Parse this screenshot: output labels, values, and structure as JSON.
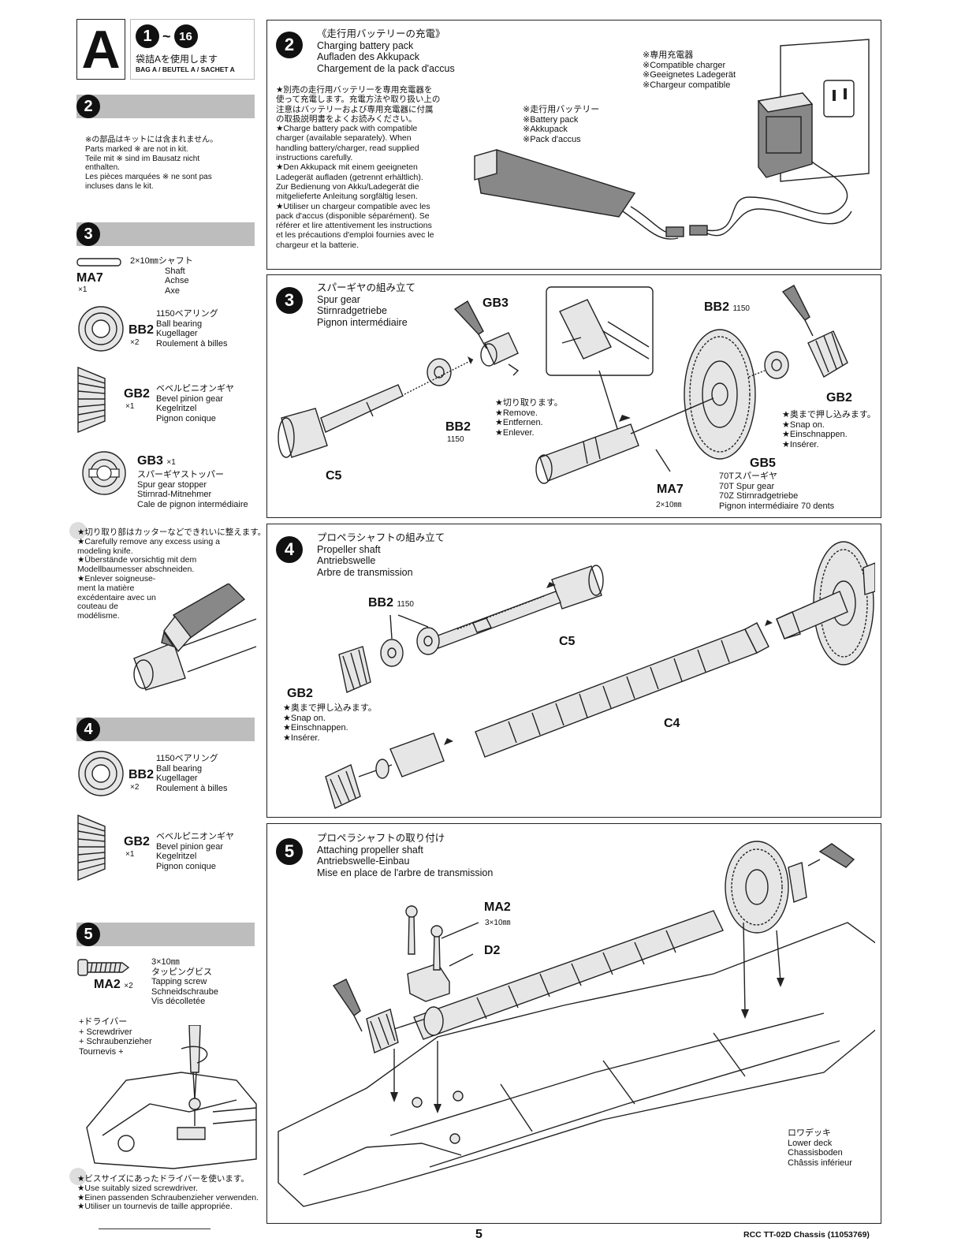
{
  "bag": {
    "letter": "A",
    "range_start": "1",
    "tilde": "~",
    "range_end": "16",
    "jp": "袋詰Aを使用します",
    "en": "BAG A / BEUTEL A / SACHET A"
  },
  "sidebar": {
    "sec2": {
      "num": "2",
      "note": "※の部品はキットには含まれません。\nParts marked ※ are not in kit.\nTeile mit ※ sind im Bausatz nicht\nenthalten.\nLes pièces marquées ※ ne sont pas\nincluses dans le kit."
    },
    "sec3": {
      "num": "3",
      "parts": [
        {
          "code": "MA7",
          "qty": "×1",
          "desc": "2×10㎜シャフト\nShaft\nAchse\nAxe"
        },
        {
          "code": "BB2",
          "qty": "×2",
          "desc": "1150ベアリング\nBall bearing\nKugellager\nRoulement à billes"
        },
        {
          "code": "GB2",
          "qty": "×1",
          "desc": "ベベルピニオンギヤ\nBevel pinion gear\nKegelritzel\nPignon conique"
        },
        {
          "code": "GB3",
          "qty": "×1",
          "desc": "スパーギヤストッパー\nSpur gear stopper\nStirnrad-Mitnehmer\nCale de pignon intermédiaire"
        }
      ],
      "knife_note": "★切り取り部はカッターなどできれいに整えます。\n★Carefully remove any excess using a\nmodeling knife.\n★Überstände vorsichtig mit dem\nModellbaumesser abschneiden.\n★Enlever soigneuse-\nment la matière\nexcédentaire avec un\ncouteau de\nmodélisme."
    },
    "sec4": {
      "num": "4",
      "parts": [
        {
          "code": "BB2",
          "qty": "×2",
          "desc": "1150ベアリング\nBall bearing\nKugellager\nRoulement à billes"
        },
        {
          "code": "GB2",
          "qty": "×1",
          "desc": "ベベルピニオンギヤ\nBevel pinion gear\nKegelritzel\nPignon conique"
        }
      ]
    },
    "sec5": {
      "num": "5",
      "screw": {
        "code": "MA2",
        "qty": "×2",
        "desc": "3×10㎜\nタッピングビス\nTapping screw\nSchneidschraube\nVis décolletée"
      },
      "driver": "+ドライバー\n+ Screwdriver\n+ Schraubenzieher\nTournevis +",
      "driver_note": "★ビスサイズにあったドライバーを使います。\n★Use suitably sized screwdriver.\n★Einen passenden Schraubenzieher verwenden.\n★Utiliser un tournevis de taille appropriée."
    }
  },
  "step2": {
    "num": "2",
    "title": "《走行用バッテリーの充電》\nCharging battery pack\nAufladen des Akkupack\nChargement de la pack d'accus",
    "body": "★別売の走行用バッテリーを専用充電器を\n使って充電します。充電方法や取り扱い上の\n注意はバッテリーおよび専用充電器に付属\nの取扱説明書をよくお読みください。\n★Charge battery pack with compatible\ncharger (available separately). When\nhandling battery/charger, read supplied\ninstructions carefully.\n★Den Akkupack mit einem geeigneten\nLadegerät aufladen (getrennt erhältlich).\nZur Bedienung von Akku/Ladegerät die\nmitgelieferte Anleitung sorgfältig lesen.\n★Utiliser un chargeur compatible avec les\npack d'accus (disponible séparément). Se\nréférer et lire attentivement les instructions\net les précautions d'emploi fournies avec le\nchargeur et la batterie.",
    "charger": "※専用充電器\n※Compatible charger\n※Geeignetes Ladegerät\n※Chargeur compatible",
    "battery": "※走行用バッテリー\n※Battery pack\n※Akkupack\n※Pack d'accus"
  },
  "step3": {
    "num": "3",
    "title": "スパーギヤの組み立て\nSpur gear\nStirnradgetriebe\nPignon intermédiaire",
    "gb3": "GB3",
    "bb2a": "BB2",
    "bb2a_sub": "1150",
    "c5": "C5",
    "remove": "★切り取ります。\n★Remove.\n★Entfernen.\n★Enlever.",
    "bb2b": "BB2",
    "bb2b_sub": "1150",
    "gb2": "GB2",
    "snap": "★奥まで押し込みます。\n★Snap on.\n★Einschnappen.\n★Insérer.",
    "gb5": "GB5",
    "gb5_desc": "70Tスパーギヤ\n70T Spur gear\n70Z Stirnradgetriebe\nPignon intermédiaire 70 dents",
    "ma7": "MA7",
    "ma7_sub": "2×10㎜"
  },
  "step4": {
    "num": "4",
    "title": "プロペラシャフトの組み立て\nPropeller shaft\nAntriebswelle\nArbre de transmission",
    "bb2": "BB2",
    "bb2_sub": "1150",
    "c5": "C5",
    "gb2": "GB2",
    "snap": "★奥まで押し込みます。\n★Snap on.\n★Einschnappen.\n★Insérer.",
    "c4": "C4"
  },
  "step5": {
    "num": "5",
    "title": "プロペラシャフトの取り付け\nAttaching propeller shaft\nAntriebswelle-Einbau\nMise en place de l'arbre de transmission",
    "ma2": "MA2",
    "ma2_sub": "3×10㎜",
    "d2": "D2",
    "lower_deck": "ロワデッキ\nLower deck\nChassisboden\nChâssis inférieur"
  },
  "footer": {
    "page": "5",
    "model": "RCC TT-02D Chassis (11053769)"
  }
}
